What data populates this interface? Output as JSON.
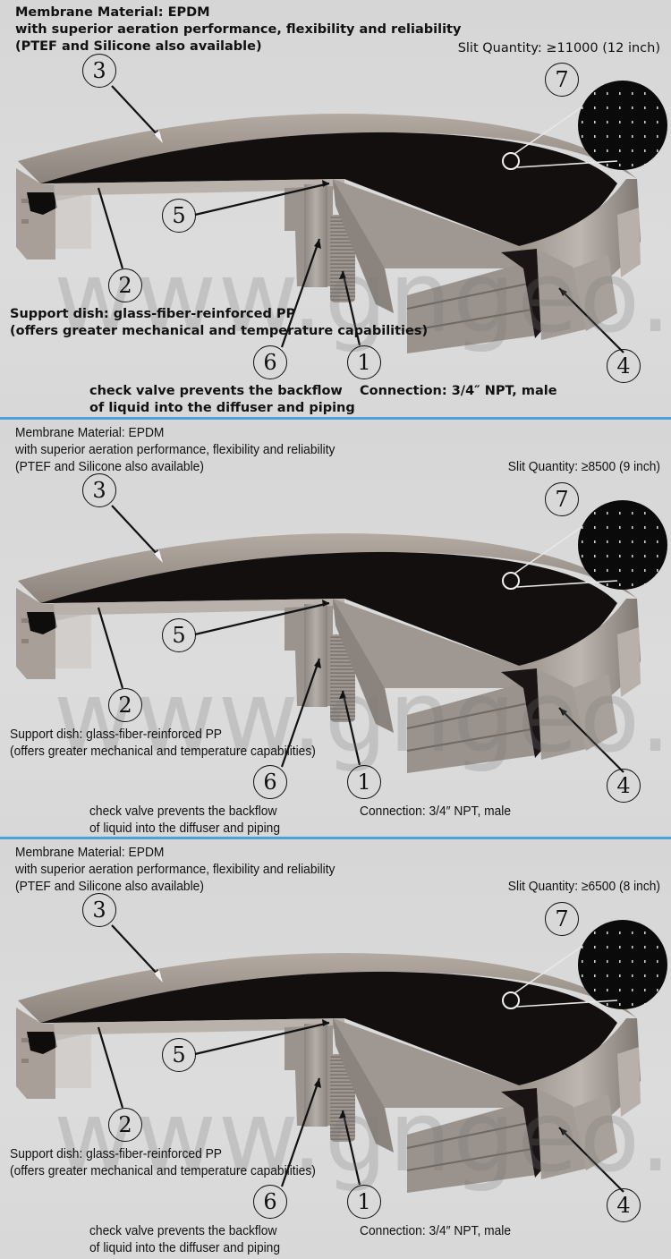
{
  "watermark": "www.gngeo.com",
  "colors": {
    "divider": "#4aa3d8",
    "background": "#d9d9d9",
    "membrane": "#120e0e",
    "housing": "#8f8680"
  },
  "panels": [
    {
      "membrane_lines": [
        "Membrane Material: EPDM",
        "with superior aeration performance, flexibility and reliability",
        "(PTEF and Silicone also available)"
      ],
      "slit_quantity": "Slit Quantity: ≥11000 (12 inch)",
      "support_lines": [
        "Support dish: glass-fiber-reinforced PP",
        "(offers greater mechanical and temperature capabilities)"
      ],
      "valve_lines": [
        "check valve prevents the backflow",
        "of liquid into the diffuser and piping"
      ],
      "connection": "Connection: 3/4″   NPT, male",
      "callouts": [
        "1",
        "2",
        "3",
        "4",
        "5",
        "6",
        "7"
      ]
    },
    {
      "membrane_lines": [
        "Membrane Material: EPDM",
        "with superior aeration performance, flexibility and reliability",
        "(PTEF and Silicone also available)"
      ],
      "slit_quantity": "Slit Quantity: ≥8500 (9 inch)",
      "support_lines": [
        "Support dish: glass-fiber-reinforced PP",
        "(offers greater mechanical and temperature capabilities)"
      ],
      "valve_lines": [
        "check valve prevents the backflow",
        "of liquid into the diffuser and piping"
      ],
      "connection": "Connection: 3/4″   NPT, male",
      "callouts": [
        "1",
        "2",
        "3",
        "4",
        "5",
        "6",
        "7"
      ]
    },
    {
      "membrane_lines": [
        "Membrane Material: EPDM",
        "with superior aeration performance, flexibility and reliability",
        "(PTEF and Silicone also available)"
      ],
      "slit_quantity": "Slit Quantity: ≥6500 (8 inch)",
      "support_lines": [
        "Support dish: glass-fiber-reinforced PP",
        "(offers greater mechanical and temperature capabilities)"
      ],
      "valve_lines": [
        "check valve prevents the backflow",
        "of liquid into the diffuser and piping"
      ],
      "connection": "Connection: 3/4″   NPT, male",
      "callouts": [
        "1",
        "2",
        "3",
        "4",
        "5",
        "6",
        "7"
      ]
    }
  ]
}
